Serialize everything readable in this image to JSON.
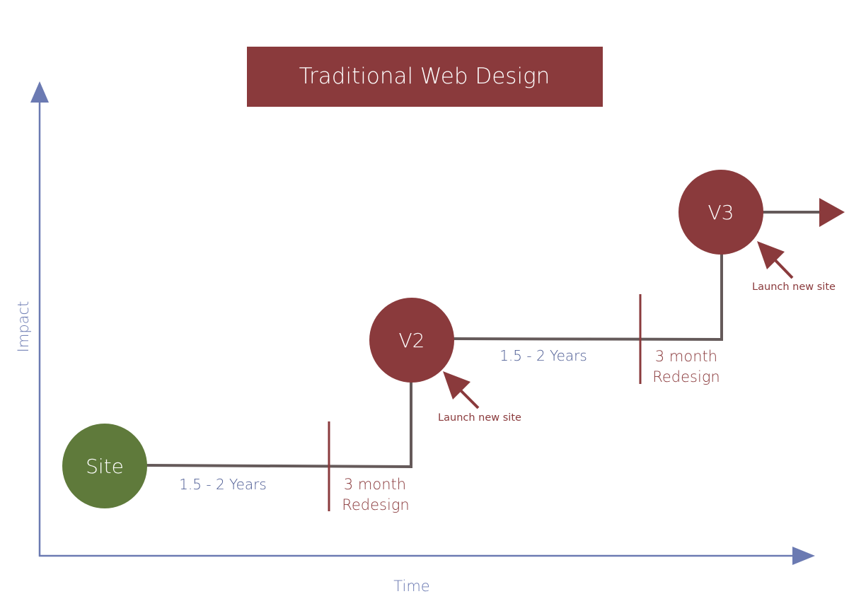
{
  "title": "Traditional Web Design",
  "axes": {
    "y_label": "Impact",
    "x_label": "Time"
  },
  "nodes": [
    {
      "label": "Site",
      "color": "#5F7A3B"
    },
    {
      "label": "V2",
      "color": "#8A3A3C"
    },
    {
      "label": "V3",
      "color": "#8A3A3C"
    }
  ],
  "phases": [
    {
      "duration": "1.5 - 2 Years",
      "redesign_line1": "3 month",
      "redesign_line2": "Redesign"
    },
    {
      "duration": "1.5 - 2 Years",
      "redesign_line1": "3 month",
      "redesign_line2": "Redesign"
    }
  ],
  "callouts": [
    "Launch new site",
    "Launch new site"
  ],
  "colors": {
    "maroon": "#8A3A3C",
    "axis": "#6B7AB2",
    "path": "#655A5A",
    "blue_text": "#4D5C94"
  }
}
